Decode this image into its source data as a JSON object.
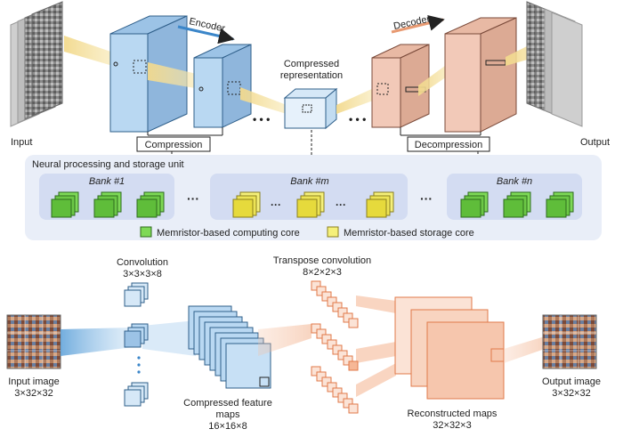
{
  "top": {
    "input_label": "Input",
    "output_label": "Output",
    "encoder_label": "Encoder",
    "decoder_label": "Decoder",
    "compressed_label_line1": "Compressed",
    "compressed_label_line2": "representation",
    "compression_label": "Compression",
    "decompression_label": "Decompression",
    "ellipsis": "• • •",
    "unit_title": "Neural processing and storage unit",
    "banks": [
      {
        "label": "Bank #1",
        "core": "computing"
      },
      {
        "label": "Bank #m",
        "core": "storage"
      },
      {
        "label": "Bank #n",
        "core": "computing"
      }
    ],
    "bank_ellipsis": "···",
    "legend": [
      {
        "label": "Memristor-based computing core",
        "color": "#7ed957"
      },
      {
        "label": "Memristor-based storage core",
        "color": "#f5f07a"
      }
    ]
  },
  "bottom": {
    "input_image_label_line1": "Input image",
    "input_image_label_line2": "3×32×32",
    "convolution_label_line1": "Convolution",
    "convolution_label_line2": "3×3×3×8",
    "compressed_maps_line1": "Compressed feature",
    "compressed_maps_line2": "maps",
    "compressed_maps_line3": "16×16×8",
    "transpose_label_line1": "Transpose convolution",
    "transpose_label_line2": "8×2×2×3",
    "reconstructed_line1": "Reconstructed maps",
    "reconstructed_line2": "32×32×3",
    "output_image_label_line1": "Output image",
    "output_image_label_line2": "3×32×32"
  },
  "colors": {
    "encoder_blue": "#b9d8f2",
    "decoder_salmon": "#f2c9b8",
    "unit_bg": "#e9eef8",
    "bank_bg": "#d3dcf2",
    "arrow_blue": "#3b86c9",
    "arrow_orange": "#e89a72"
  }
}
